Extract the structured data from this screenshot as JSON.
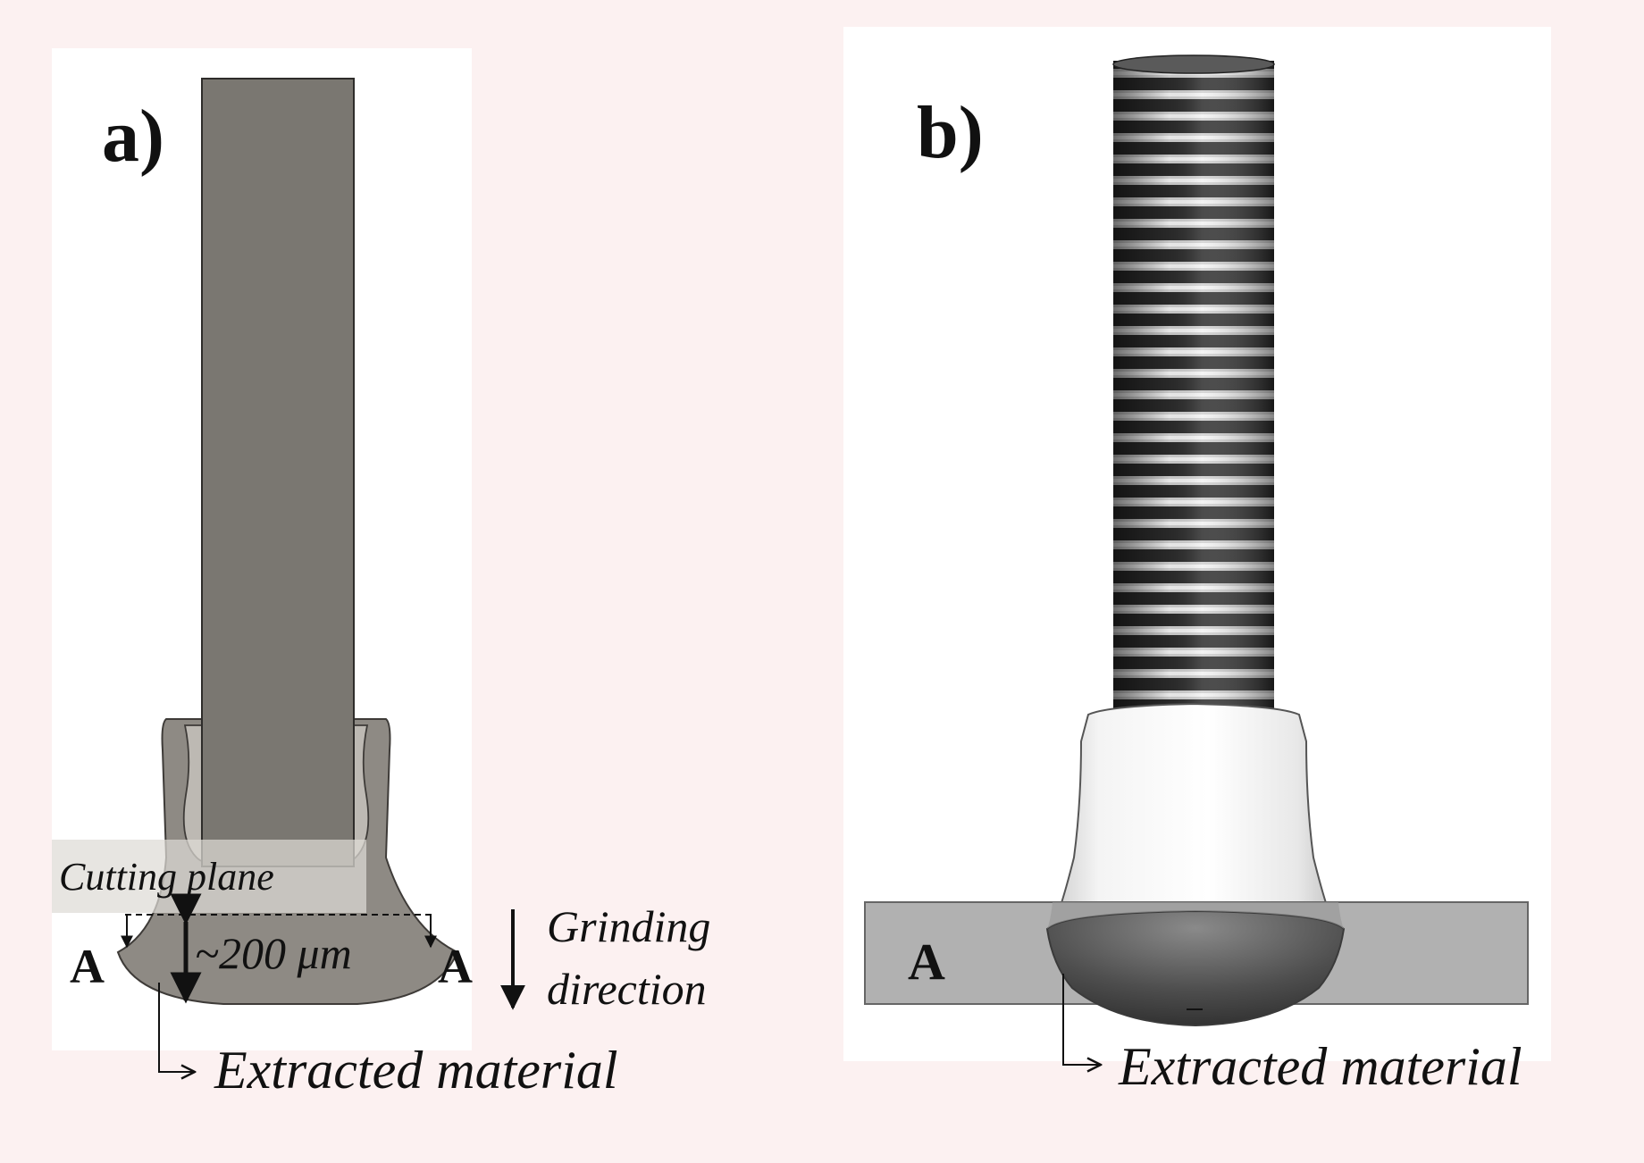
{
  "figure": {
    "panel_a": {
      "label": "a)",
      "cutting_plane": "Cutting plane",
      "section_left": "A",
      "section_right": "A",
      "dimension": "~200 μm",
      "grinding_line1": "Grinding",
      "grinding_line2": "direction",
      "extracted": "Extracted material"
    },
    "panel_b": {
      "label": "b)",
      "section": "A",
      "extracted": "Extracted material"
    },
    "colors": {
      "background": "#fcf1f1",
      "panel": "#ffffff",
      "rod": "#7a7771",
      "weld": "#8e8a84",
      "plane": "#c6c3be",
      "plate": "#b1b1b1",
      "text": "#111111"
    }
  }
}
